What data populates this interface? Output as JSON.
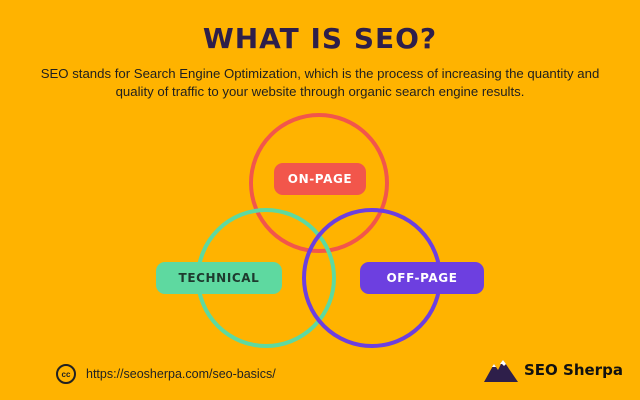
{
  "header": {
    "title": "WHAT IS SEO?",
    "description": "SEO stands for Search Engine Optimization, which is the process of increasing the quantity and quality of traffic to your website through organic search engine results."
  },
  "diagram": {
    "labels": {
      "on_page": "ON-PAGE",
      "technical": "TECHNICAL",
      "off_page": "OFF-PAGE"
    },
    "colors": {
      "background": "#FFB300",
      "on_page": "#F2564B",
      "technical": "#5ED9A0",
      "off_page": "#6D3FE0"
    }
  },
  "footer": {
    "license_icon": "creative-commons-icon",
    "license_symbol": "cc",
    "url": "https://seosherpa.com/seo-basics/",
    "brand_logo": "mountain-logo-icon",
    "brand_name": "SEO Sherpa"
  }
}
